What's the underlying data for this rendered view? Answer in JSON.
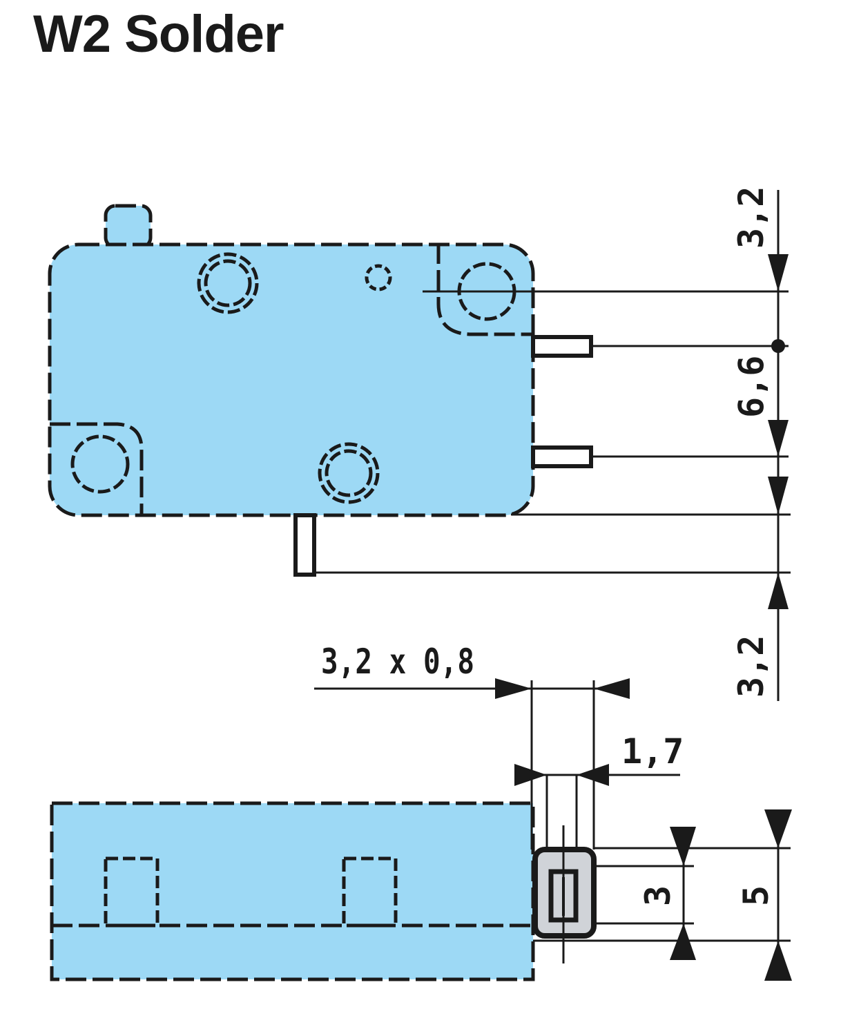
{
  "title": "W2 Solder",
  "colors": {
    "body_fill": "#9dd9f5",
    "terminal_fill": "#d0d3d8",
    "line": "#1a1a1a"
  },
  "dimensions": {
    "top_offset": "3,2",
    "terminal_pitch": "6,6",
    "bottom_offset": "3,2",
    "terminal_size": "3,2 x 0,8",
    "terminal_thickness": "1,7",
    "terminal_height": "3",
    "body_offset": "5"
  }
}
